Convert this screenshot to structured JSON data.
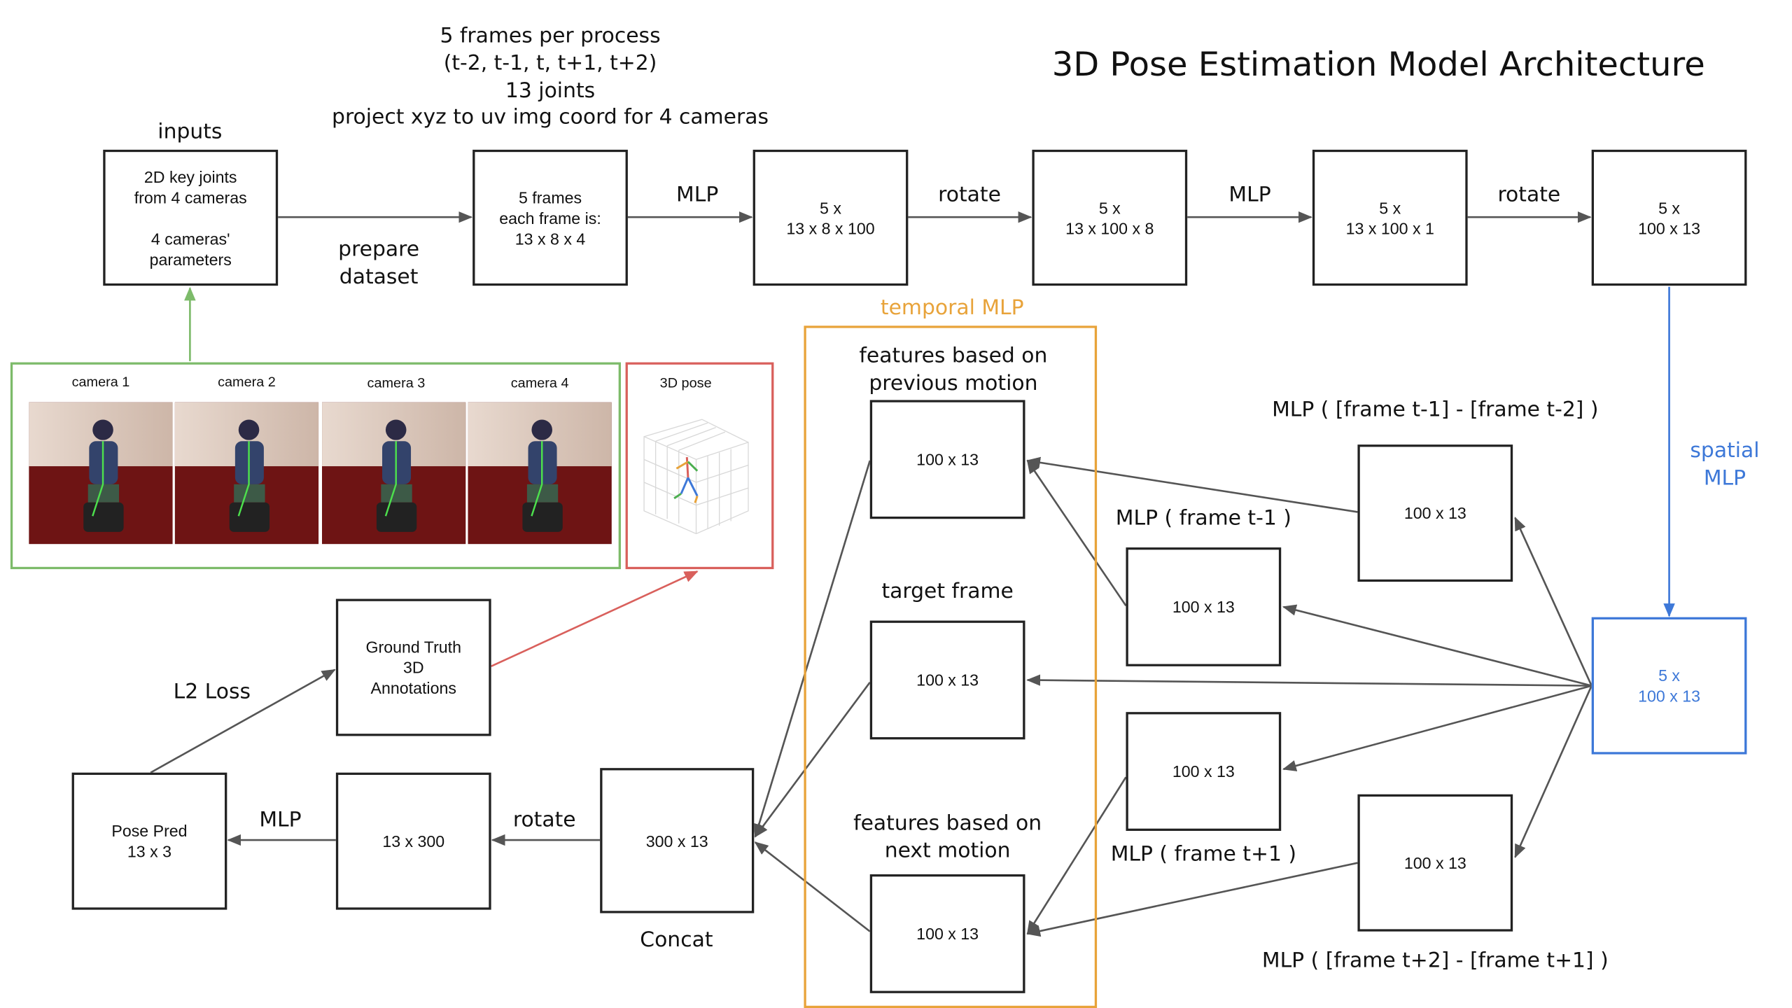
{
  "title": "3D Pose Estimation Model Architecture",
  "header_note": {
    "line1": "5 frames per process",
    "line2": "(t-2, t-1, t, t+1, t+2)",
    "line3": "13 joints",
    "line4": "project xyz to uv img coord for 4 cameras"
  },
  "labels": {
    "inputs": "inputs",
    "prepare_dataset": "prepare\ndataset",
    "mlp": "MLP",
    "rotate": "rotate",
    "temporal_mlp": "temporal MLP",
    "spatial_mlp": "spatial\nMLP",
    "features_prev": "features based on\nprevious motion",
    "target_frame": "target frame",
    "features_next": "features based on\nnext motion",
    "mlp_diff_prev": "MLP ( [frame t-1] - [frame t-2] )",
    "mlp_prev": "MLP ( frame t-1 )",
    "mlp_next": "MLP ( frame t+1 )",
    "mlp_diff_next": "MLP ( [frame t+2] - [frame t+1] )",
    "concat": "Concat",
    "l2_loss": "L2 Loss"
  },
  "boxes": {
    "inputs": "2D key joints\nfrom 4 cameras\n\n4 cameras'\nparameters",
    "frames": "5 frames\neach frame is:\n13 x 8 x 4",
    "s1": "5 x\n13 x 8 x 100",
    "s2": "5 x\n13 x 100 x 8",
    "s3": "5 x\n13 x 100 x 1",
    "s4": "5 x\n100 x 13",
    "spatial": "5 x\n100 x 13",
    "feat": "100 x 13",
    "concat": "300 x 13",
    "rotated": "13 x 300",
    "pred": "Pose Pred\n13 x 3",
    "gt": "Ground Truth\n3D\nAnnotations"
  },
  "cameras": [
    "camera 1",
    "camera 2",
    "camera 3",
    "camera 4"
  ],
  "pose3d": "3D pose",
  "colors": {
    "green": "#7dbb6a",
    "red": "#d9605c",
    "orange": "#e8a33a",
    "blue": "#3d78d8",
    "arrow": "#555555"
  }
}
